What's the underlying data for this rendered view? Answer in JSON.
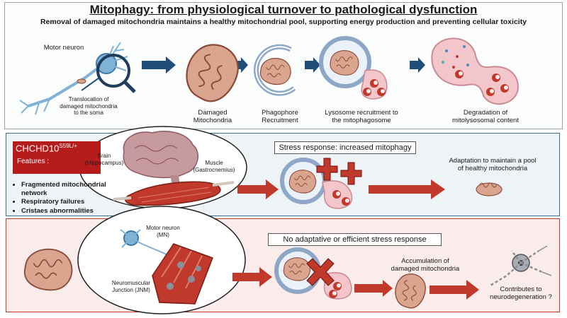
{
  "title": "Mitophagy: from physiological turnover to pathological dysfunction",
  "subtitle": "Removal of damaged mitochondria maintains a healthy mitochondrial pool, supporting energy production and preventing cellular toxicity",
  "top": {
    "motor_neuron": "Motor neuron",
    "translocation": [
      "Translocation of",
      "damaged mitochondria",
      "to the soma"
    ],
    "damaged": [
      "Damaged",
      "Mitochondria"
    ],
    "phagophore": [
      "Phagophore",
      "Recruitment"
    ],
    "lysosome": [
      "Lysosome recruitment to",
      "the mitophagosome"
    ],
    "degradation": [
      "Degradation of",
      "mitolysosomal content"
    ]
  },
  "model": {
    "name": "CHCHD10",
    "superscript": "S59L/+",
    "features_label": "Features :",
    "features": [
      "Fragmented mitochondrial network",
      "Respiratory failures",
      "Cristaes abnormalities"
    ]
  },
  "upper_oval": {
    "brain": [
      "Brain",
      "(Hippocampus)"
    ],
    "muscle": [
      "Muscle",
      "(Gastrocnemius)"
    ]
  },
  "lower_oval": {
    "motor_neuron": [
      "Motor neuron",
      "(MN)"
    ],
    "junction": [
      "Neuromuscular",
      "Junction (JNM)"
    ]
  },
  "blue_row": {
    "box": "Stress response: increased mitophagy",
    "outcome": [
      "Adaptation to maintain a pool",
      "of healthy mitochondria"
    ]
  },
  "red_row": {
    "box": "No adaptative or efficient stress response",
    "accumulation": [
      "Accumulation of",
      "damaged mitochondria"
    ],
    "contributes": [
      "Contributes to",
      "neurodegeneration ?"
    ]
  },
  "colors": {
    "navy_arrow": "#1f4e79",
    "red_arrow": "#c0392b",
    "mito_fill": "#d9a58f",
    "mito_edge": "#8c4a3a",
    "lysosome": "#f3c6cc",
    "membrane": "#8fa7c7"
  }
}
